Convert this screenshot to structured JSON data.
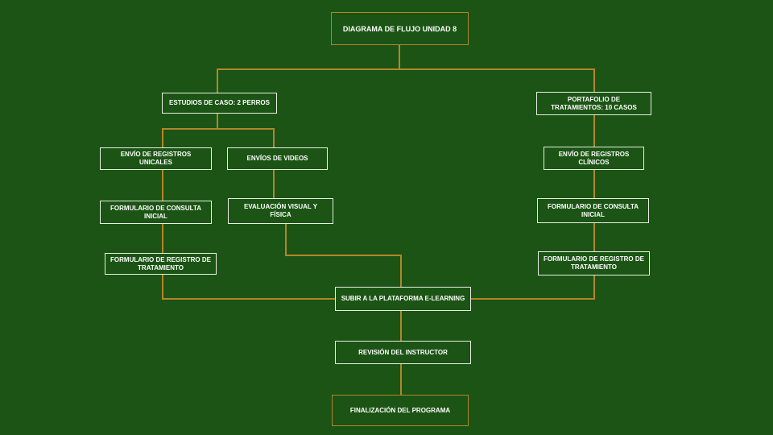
{
  "diagram": {
    "colors": {
      "background": "#1b5414",
      "connector": "#b2862a",
      "box_border": "#e8efe4",
      "title_border": "#b2862a",
      "text": "#ffffff"
    },
    "nodes": {
      "title": "DIAGRAMA DE FLUJO UNIDAD 8",
      "case_studies": "ESTUDIOS DE CASO: 2 PERROS",
      "portfolio": "PORTAFOLIO DE TRATAMIENTOS: 10 CASOS",
      "send_records_left": "ENVÍO DE REGISTROS UNICALES",
      "send_videos": "ENVÍOS DE VIDEOS",
      "send_records_right": "ENVÍO DE REGISTROS CLÍNICOS",
      "consult_form_left": "FORMULARIO DE CONSULTA INICIAL",
      "visual_eval": "EVALUACIÓN VISUAL Y FÍSICA",
      "consult_form_right": "FORMULARIO DE CONSULTA INICIAL",
      "treatment_form_left": "FORMULARIO DE REGISTRO DE TRATAMIENTO",
      "treatment_form_right": "FORMULARIO DE REGISTRO DE TRATAMIENTO",
      "upload": "SUBIR A LA PLATAFORMA E-LEARNING",
      "review": "REVISIÓN DEL INSTRUCTOR",
      "finish": "FINALIZACIÓN DEL PROGRAMA"
    },
    "edges": [
      [
        "title",
        "case_studies"
      ],
      [
        "title",
        "portfolio"
      ],
      [
        "case_studies",
        "send_records_left"
      ],
      [
        "case_studies",
        "send_videos"
      ],
      [
        "send_records_left",
        "consult_form_left"
      ],
      [
        "consult_form_left",
        "treatment_form_left"
      ],
      [
        "send_videos",
        "visual_eval"
      ],
      [
        "portfolio",
        "send_records_right"
      ],
      [
        "send_records_right",
        "consult_form_right"
      ],
      [
        "consult_form_right",
        "treatment_form_right"
      ],
      [
        "treatment_form_left",
        "upload"
      ],
      [
        "visual_eval",
        "upload"
      ],
      [
        "treatment_form_right",
        "upload"
      ],
      [
        "upload",
        "review"
      ],
      [
        "review",
        "finish"
      ]
    ]
  }
}
